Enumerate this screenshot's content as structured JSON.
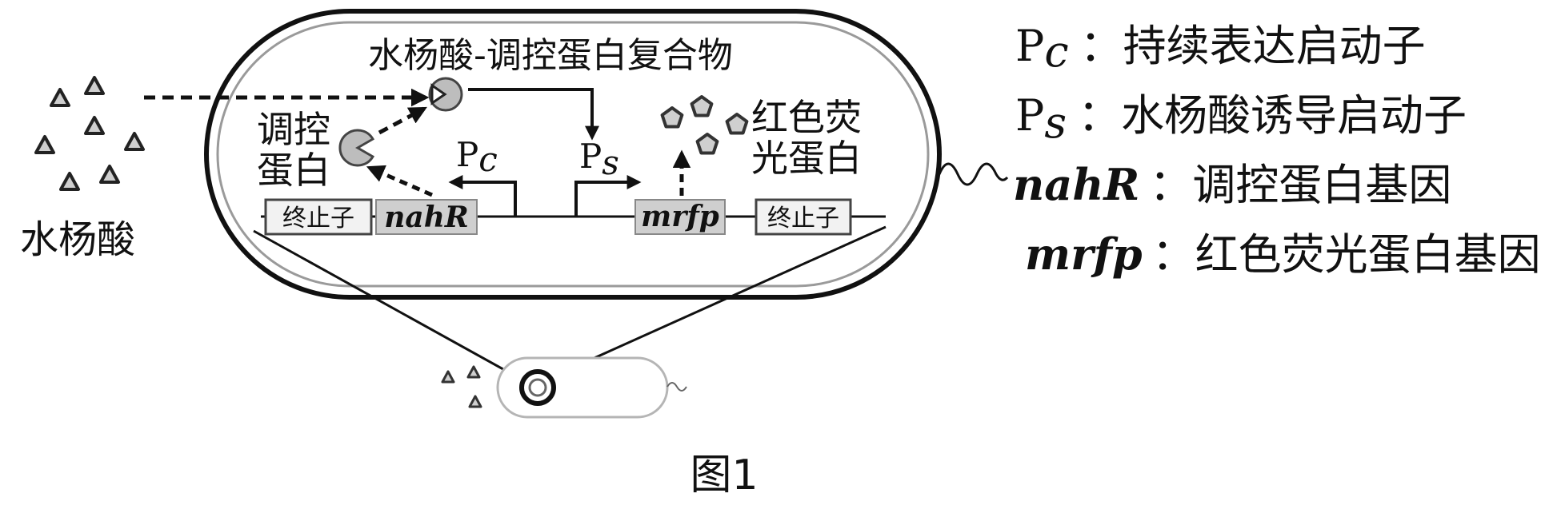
{
  "diagram": {
    "outside_label": "水杨酸",
    "complex_label": "水杨酸-调控蛋白复合物",
    "regulator_label_line1": "调控",
    "regulator_label_line2": "蛋白",
    "rfp_label_line1": "红色荧",
    "rfp_label_line2": "光蛋白",
    "promoter_c": {
      "main": "P",
      "sub": "c"
    },
    "promoter_s": {
      "main": "P",
      "sub": "s"
    },
    "genes": {
      "terminator_left": "终止子",
      "nahR": "nahR",
      "mrfp": "mrfp",
      "terminator_right": "终止子"
    }
  },
  "legend": [
    {
      "symbol": "P",
      "symbol_italic": "c",
      "separator": "：",
      "description": "持续表达启动子"
    },
    {
      "symbol": "P",
      "symbol_italic": "s",
      "separator": "：",
      "description": "水杨酸诱导启动子"
    },
    {
      "symbol_italic": "nahR",
      "separator": "：",
      "description": "调控蛋白基因"
    },
    {
      "symbol_italic": "mrfp",
      "separator": "：",
      "description": "红色荧光蛋白基因"
    }
  ],
  "caption": "图1",
  "colors": {
    "outline": "#111111",
    "inner_membrane": "#9a9a9a",
    "protein_fill": "#bdbdbd",
    "gene_box_fill": "#cfcfcf",
    "terminator_box_fill": "#f2f2f2"
  }
}
